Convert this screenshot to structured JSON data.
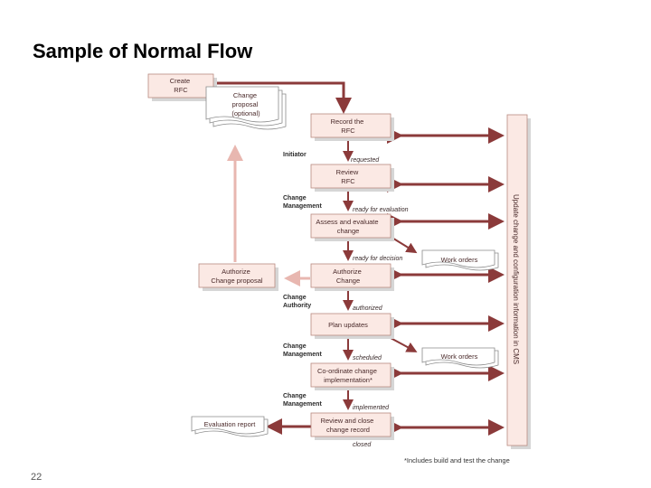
{
  "slide": {
    "title": "Sample of Normal Flow",
    "page_number": "22"
  },
  "diagram": {
    "boxes": {
      "create_rfc": [
        "Create",
        "RFC"
      ],
      "change_proposal": [
        "Change",
        "proposal",
        "(optional)"
      ],
      "record_rfc": [
        "Record the",
        "RFC"
      ],
      "review_rfc": [
        "Review",
        "RFC"
      ],
      "assess_change": [
        "Assess and evaluate",
        "change"
      ],
      "authorize_change": [
        "Authorize",
        "Change"
      ],
      "authorize_proposal": [
        "Authorize",
        "Change proposal"
      ],
      "plan_updates": [
        "Plan updates"
      ],
      "coordinate": [
        "Co-ordinate change",
        "implementation*"
      ],
      "review_close": [
        "Review and close",
        "change record"
      ],
      "work_orders_1": [
        "Work orders"
      ],
      "work_orders_2": [
        "Work orders"
      ],
      "evaluation_report": [
        "Evaluation report"
      ]
    },
    "roles": {
      "initiator": [
        "Initiator"
      ],
      "change_mgmt_1": [
        "Change",
        "Management"
      ],
      "change_authority": [
        "Change",
        "Authority"
      ],
      "change_mgmt_2": [
        "Change",
        "Management"
      ],
      "change_mgmt_3": [
        "Change",
        "Management"
      ]
    },
    "states": {
      "requested": "requested",
      "ready_eval": "ready for evaluation",
      "ready_decision": "ready for decision",
      "authorized": "authorized",
      "scheduled": "scheduled",
      "implemented": "implemented",
      "closed": "closed"
    },
    "side_bar": "Update change and configuration information in CMS",
    "footnote": "*Includes build and test the change"
  }
}
